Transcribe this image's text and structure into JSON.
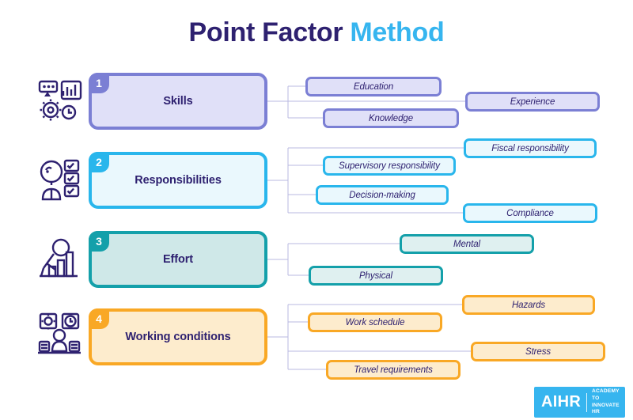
{
  "title": {
    "part1": "Point Factor ",
    "part2": "Method"
  },
  "colors": {
    "title_dark": "#2e2170",
    "title_light": "#36b5ef",
    "purple_border": "#7b7fd4",
    "purple_fill": "#e0e0f8",
    "cyan_border": "#29b6ec",
    "cyan_fill": "#eaf8fd",
    "teal_border": "#14a0aa",
    "teal_fill": "#cfe8e8",
    "orange_border": "#f9a825",
    "orange_fill": "#fdeccd",
    "connector": "#b9b9e0",
    "text": "#2e2170"
  },
  "rows": [
    {
      "number": "1",
      "label": "Skills",
      "icon": "settings-gear-chart-icon",
      "theme": "purple",
      "subitems": [
        {
          "label": "Education"
        },
        {
          "label": "Knowledge"
        },
        {
          "label": "Experience"
        }
      ]
    },
    {
      "number": "2",
      "label": "Responsibilities",
      "icon": "person-checklist-icon",
      "theme": "cyan",
      "subitems": [
        {
          "label": "Fiscal responsibility"
        },
        {
          "label": "Supervisory responsibility"
        },
        {
          "label": "Decision-making"
        },
        {
          "label": "Compliance"
        }
      ]
    },
    {
      "number": "3",
      "label": "Effort",
      "icon": "person-pushing-chart-icon",
      "theme": "teal",
      "subitems": [
        {
          "label": "Mental"
        },
        {
          "label": "Physical"
        }
      ]
    },
    {
      "number": "4",
      "label": "Working conditions",
      "icon": "worker-desk-clock-icon",
      "theme": "orange",
      "subitems": [
        {
          "label": "Hazards"
        },
        {
          "label": "Work schedule"
        },
        {
          "label": "Stress"
        },
        {
          "label": "Travel requirements"
        }
      ]
    }
  ],
  "logo": {
    "mark": "AIHR",
    "tagline_line1": "ACADEMY TO",
    "tagline_line2": "INNOVATE HR"
  }
}
